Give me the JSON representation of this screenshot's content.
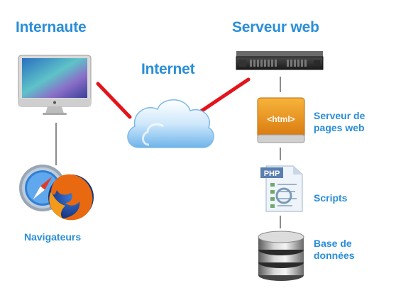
{
  "labels": {
    "internaute": "Internaute",
    "internet": "Internet",
    "serveur_web": "Serveur web",
    "navigateurs": "Navigateurs",
    "serveur_pages_line1": "Serveur de",
    "serveur_pages_line2": "pages web",
    "scripts": "Scripts",
    "bdd_line1": "Base de",
    "bdd_line2": "données"
  },
  "icons": {
    "html_box": "<html>",
    "php_doc": "PHP"
  },
  "colors": {
    "label_blue": "#2a8ed8",
    "link_red": "#e3141b",
    "connector_gray": "#8c8c8c"
  }
}
